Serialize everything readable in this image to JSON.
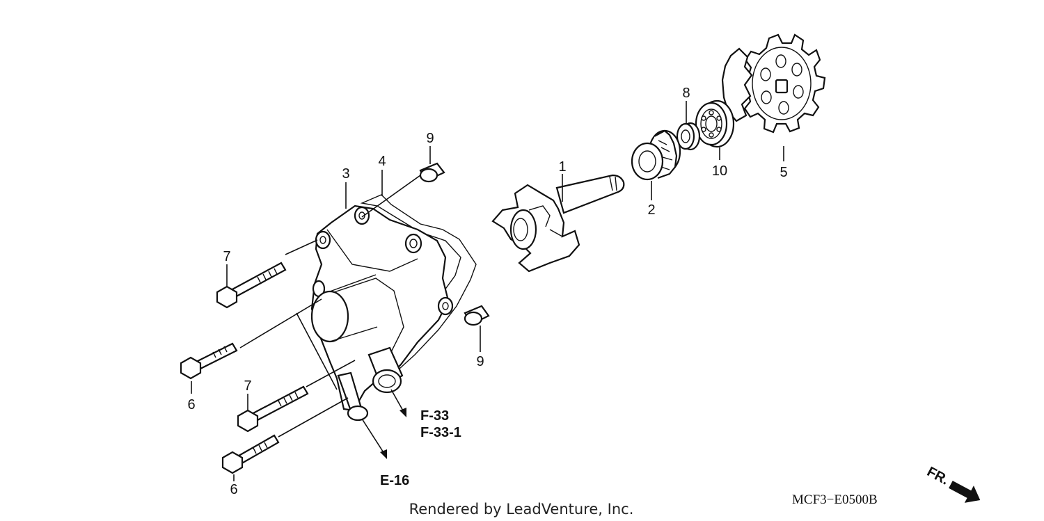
{
  "callouts": {
    "p1": "1",
    "p2": "2",
    "p3": "3",
    "p4": "4",
    "p5": "5",
    "p6a": "6",
    "p6b": "6",
    "p7a": "7",
    "p7b": "7",
    "p8": "8",
    "p9a": "9",
    "p9b": "9",
    "p10": "10"
  },
  "references": {
    "f33": "F-33",
    "f33_1": "F-33-1",
    "e16": "E-16"
  },
  "footer": {
    "credit": "Rendered by LeadVenture, Inc.",
    "diagram_code": "MCF3−E0500B",
    "front_marker": "FR."
  }
}
